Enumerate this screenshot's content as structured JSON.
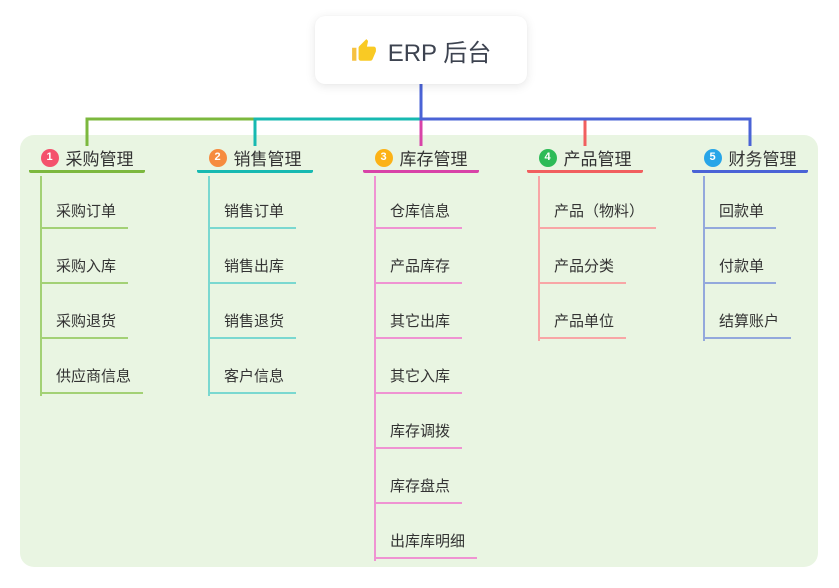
{
  "root": {
    "title": "ERP 后台",
    "icon": "thumbs-up"
  },
  "branches": [
    {
      "num": "1",
      "title": "采购管理",
      "badge_color": "#f4516c",
      "line_color": "#7cb83e",
      "child_line_color": "#a3d175",
      "children": [
        "采购订单",
        "采购入库",
        "采购退货",
        "供应商信息"
      ]
    },
    {
      "num": "2",
      "title": "销售管理",
      "badge_color": "#f68b3f",
      "line_color": "#17b9b1",
      "child_line_color": "#7ad8d0",
      "children": [
        "销售订单",
        "销售出库",
        "销售退货",
        "客户信息"
      ]
    },
    {
      "num": "3",
      "title": "库存管理",
      "badge_color": "#fcb216",
      "line_color": "#d843a8",
      "child_line_color": "#ef93d2",
      "children": [
        "仓库信息",
        "产品库存",
        "其它出库",
        "其它入库",
        "库存调拨",
        "库存盘点",
        "出库库明细"
      ]
    },
    {
      "num": "4",
      "title": "产品管理",
      "badge_color": "#2dbb57",
      "line_color": "#f15f5f",
      "child_line_color": "#f8a6a6",
      "children": [
        "产品（物料）",
        "产品分类",
        "产品单位"
      ]
    },
    {
      "num": "5",
      "title": "财务管理",
      "badge_color": "#28a5e8",
      "line_color": "#4a63d6",
      "child_line_color": "#93a8dc",
      "children": [
        "回款单",
        "付款单",
        "结算账户"
      ]
    }
  ],
  "colors": {
    "canvas_bg": "#ffffff",
    "panel_bg": "#e9f5e2",
    "root_vertical_line": "#4a63d6",
    "text": "#333333",
    "thumb_icon": "#f6c142"
  }
}
